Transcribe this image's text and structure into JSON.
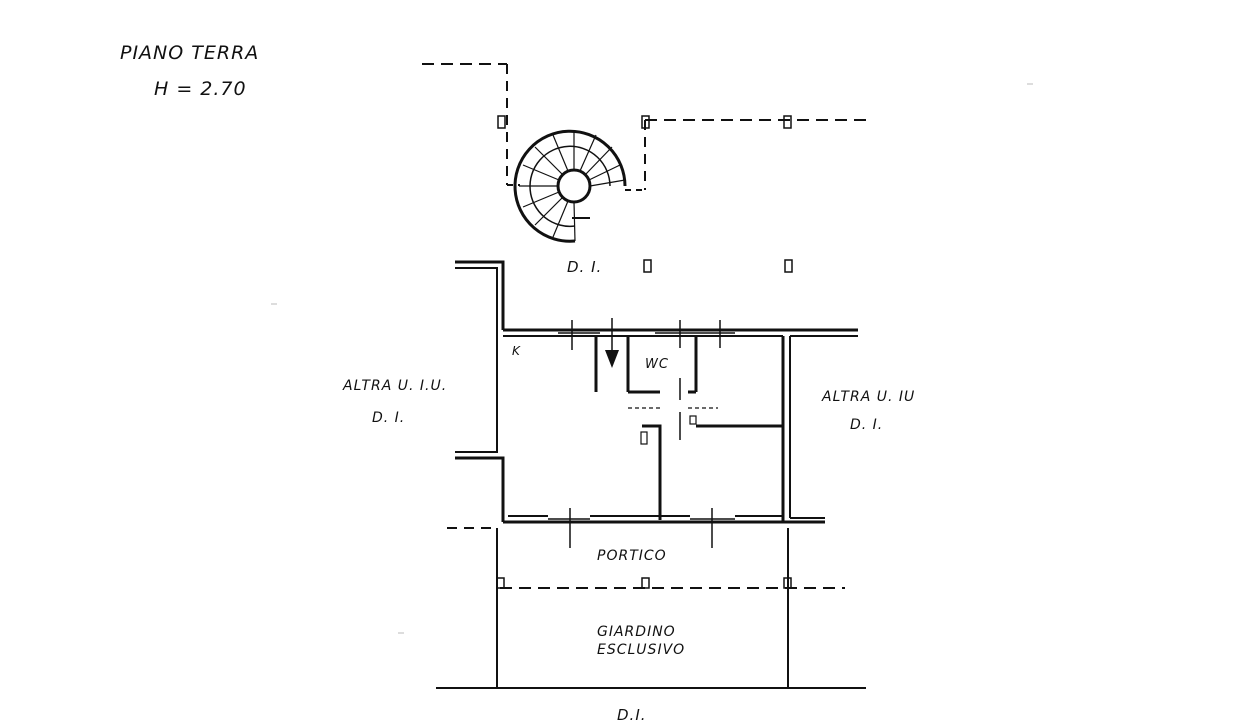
{
  "header": {
    "title": "PIANO TERRA",
    "height": "H = 2.70"
  },
  "labels": {
    "di_top": "D. I.",
    "left_unit": "ALTRA U. I.U.",
    "left_di": "D. I.",
    "right_unit": "ALTRA U. IU",
    "right_di": "D. I.",
    "kitchen": "K",
    "wc": "WC",
    "portico": "PORTICO",
    "garden_line1": "GIARDINO",
    "garden_line2": "ESCLUSIVO",
    "di_bottom": "D.I."
  }
}
